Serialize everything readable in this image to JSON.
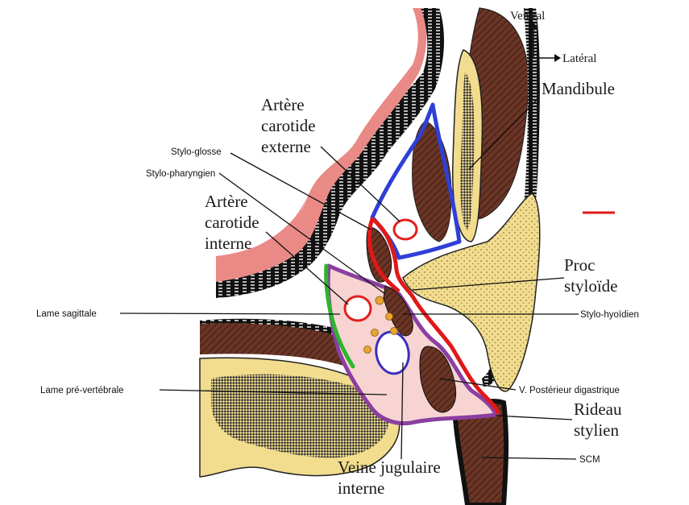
{
  "orientation": {
    "ventral": "Ventral",
    "lateral": "Latéral"
  },
  "labels": {
    "mandibule": "Mandibule",
    "carotide_externe": [
      "Artère",
      "carotide",
      "externe"
    ],
    "carotide_interne": [
      "Artère",
      "carotide",
      "interne"
    ],
    "stylo_glosse": "Stylo-glosse",
    "stylo_pharyngien": "Stylo-pharyngien",
    "proc_styloide": [
      "Proc",
      "styloïde"
    ],
    "stylo_hyoidien": "Stylo-hyoïdien",
    "lame_sagittale": "Lame sagittale",
    "lame_prevertebrale": "Lame pré-vertébrale",
    "v_posterieur_digastrique": "V. Postérieur digastrique",
    "rideau_stylien": [
      "Rideau",
      "stylien"
    ],
    "scm": "SCM",
    "veine_jugulaire": [
      "Veine jugulaire",
      "interne"
    ]
  },
  "colors": {
    "muscle": "#6b3526",
    "mucosa": "#e98a86",
    "bone": "#f2dc8e",
    "prestyloid_outline": "#2f3fd6",
    "retrostyloid_outline": "#8b3fa0",
    "styloid_curtain": "#e01818",
    "sagittal_lamina": "#2db52d",
    "retrostyloid_fill": "#f7d4d2",
    "nerve_dots": "#e9a531",
    "jugular": "#3b2fc0",
    "carotid": "#e02020"
  }
}
